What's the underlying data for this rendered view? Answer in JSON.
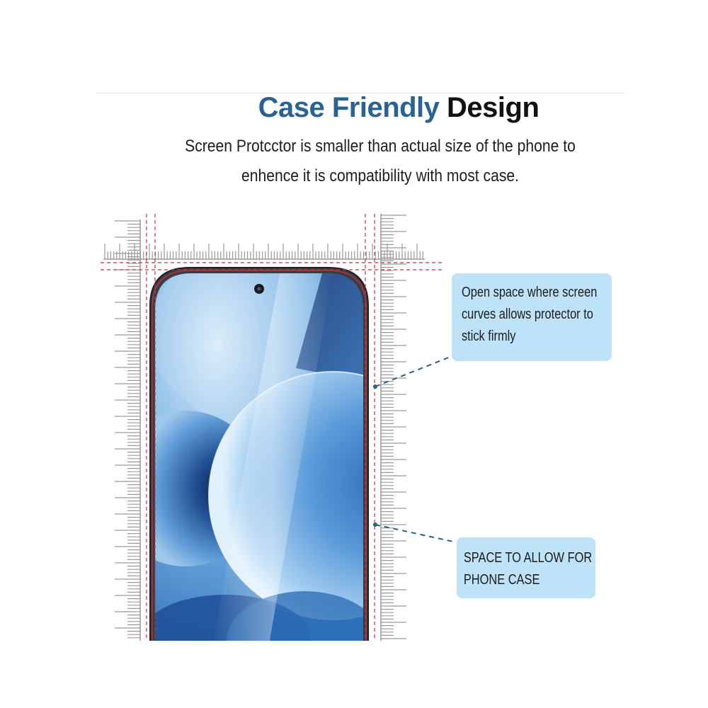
{
  "heading": {
    "accent": "Case Friendly",
    "rest": "Design"
  },
  "description": {
    "line1": "Screen Protcctor is smaller than actual size of the phone to",
    "line2": "enhence it is compatibility with most case."
  },
  "callouts": {
    "screen_curve": {
      "line1": "Open space where screen",
      "line2": "curves allows protector to",
      "line3": "stick firmly"
    },
    "phone_case": {
      "line1": "SPACE TO ALLOW FOR",
      "line2": "PHONE CASE"
    }
  },
  "colors": {
    "accent": "#2a6293",
    "callout_bg": "#bee3f8",
    "guide_red": "#c8323c",
    "leader_blue": "#2f5f80",
    "ruler_grey": "#9a9a9a"
  },
  "icons": {
    "phone": "phone-illustration",
    "camera": "front-camera-icon",
    "rulers": "measurement-ruler-icon"
  }
}
